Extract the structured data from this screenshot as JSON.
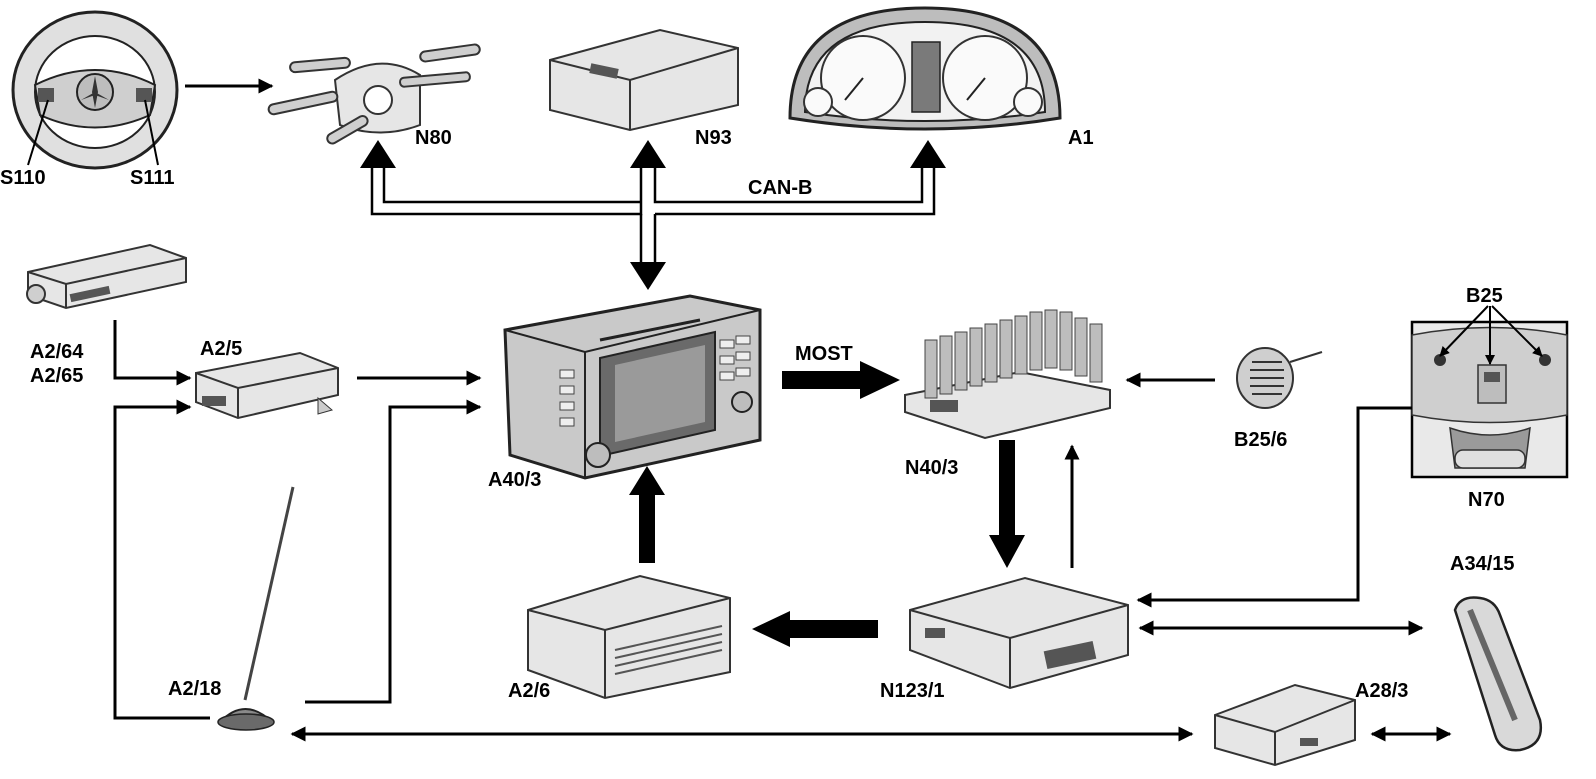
{
  "components": {
    "s110": "S110",
    "s111": "S111",
    "n80": "N80",
    "n93": "N93",
    "a1": "A1",
    "a2_64": "A2/64",
    "a2_65": "A2/65",
    "a2_5": "A2/5",
    "a40_3": "A40/3",
    "n40_3": "N40/3",
    "b25": "B25",
    "b25_6": "B25/6",
    "n70": "N70",
    "a34_15": "A34/15",
    "a2_18": "A2/18",
    "a2_6": "A2/6",
    "n123_1": "N123/1",
    "a28_3": "A28/3"
  },
  "buses": {
    "can": "CAN-B",
    "most": "MOST"
  }
}
